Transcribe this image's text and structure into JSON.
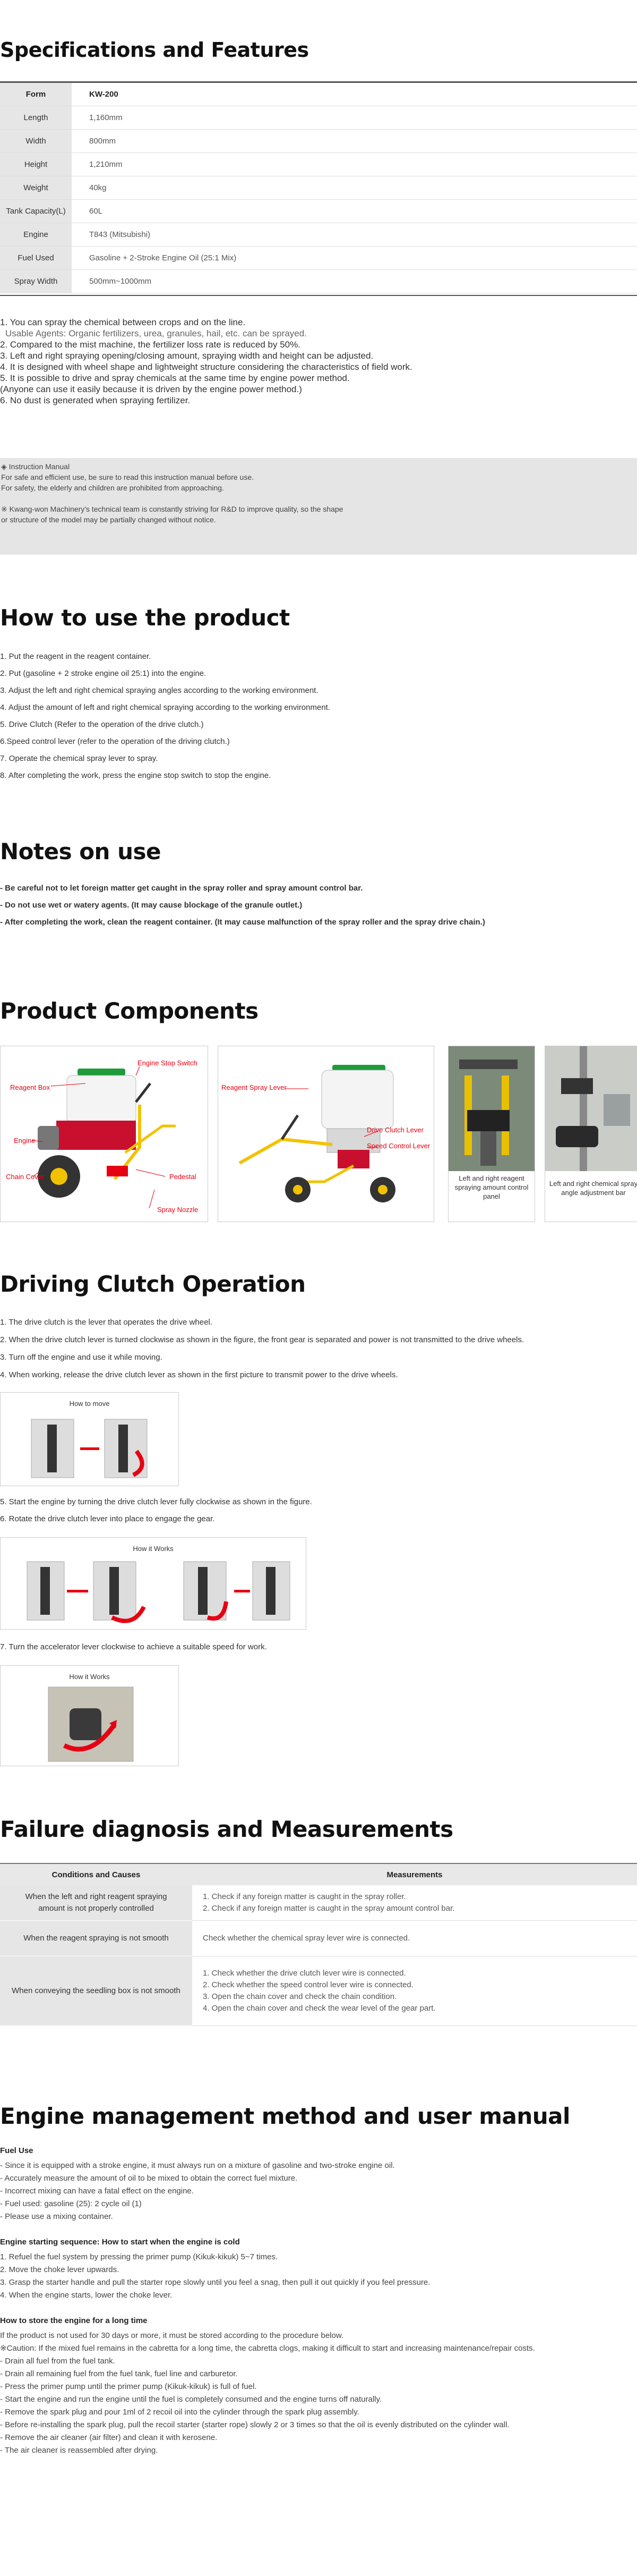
{
  "specs": {
    "title": "Specifications and Features",
    "rows": [
      {
        "k": "Form",
        "v": "KW-200"
      },
      {
        "k": "Length",
        "v": "1,160mm"
      },
      {
        "k": "Width",
        "v": "800mm"
      },
      {
        "k": "Height",
        "v": "1,210mm"
      },
      {
        "k": "Weight",
        "v": "40kg"
      },
      {
        "k": "Tank Capacity(L)",
        "v": "60L"
      },
      {
        "k": "Engine",
        "v": "T843 (Mitsubishi)"
      },
      {
        "k": "Fuel Used",
        "v": "Gasoline + 2-Stroke Engine Oil (25:1 Mix)"
      },
      {
        "k": "Spray Width",
        "v": "500mm~1000mm"
      }
    ],
    "features": [
      "1. You can spray the chemical between crops and on the line.",
      "   Usable Agents: Organic fertilizers, urea, granules, hail, etc. can be sprayed.",
      "2. Compared to the mist machine, the fertilizer loss rate is reduced by 50%.",
      "3. Left and right spraying opening/closing amount, spraying width and height can be adjusted.",
      "4. It is designed with wheel shape and lightweight structure considering the characteristics of field work.",
      "5. It is possible to drive and spray chemicals at the same time by engine power method.",
      "(Anyone can use it easily because it is driven by the engine power method.)",
      "6. No dust is generated when spraying fertilizer."
    ],
    "notice": [
      "◈ Instruction Manual",
      "For safe and efficient use, be sure to read this instruction manual before use.",
      "For safety, the elderly and children are prohibited from approaching.",
      "",
      "※ Kwang-won Machinery's technical team is constantly striving for R&D to improve quality, so the shape",
      "or structure of the model may be partially changed without notice."
    ]
  },
  "howto": {
    "title": "How to use the product",
    "steps": [
      "1. Put the reagent in the reagent container.",
      "2. Put (gasoline + 2 stroke engine oil 25:1) into the engine.",
      "3. Adjust the left and right chemical spraying angles according to the working environment.",
      "4. Adjust the amount of left and right chemical spraying according to the working environment.",
      "5. Drive Clutch (Refer to the operation of the drive clutch.)",
      "6.Speed control lever (refer to the operation of the driving clutch.)",
      "7. Operate the chemical spray lever to spray.",
      "8. After completing the work, press the engine stop switch to stop the engine."
    ]
  },
  "notes": {
    "title": "Notes on use",
    "items": [
      "- Be careful not to let foreign matter get caught in the spray roller and spray amount control bar.",
      "- Do not use wet or watery agents. (It may cause blockage of the granule outlet.)",
      "- After completing the work, clean the reagent container. (It may cause malfunction of the spray roller and the spray drive chain.)"
    ]
  },
  "components": {
    "title": "Product Components",
    "labels1": [
      "Engine Stop Switch",
      "Reagent Box",
      "Engine",
      "Chain Cover",
      "Pedestal",
      "Spray Nozzle"
    ],
    "labels2": [
      "Reagent Spray Lever",
      "Drive Clutch Lever",
      "Speed Control Lever"
    ],
    "caption3": "Left and right reagent spraying amount control panel",
    "caption4": "Left and right chemical spray angle adjustment bar",
    "colors": {
      "label": "#e60012",
      "frame": "#f2c200",
      "tank": "#f4f4f4",
      "lid": "#1e9b3a"
    }
  },
  "clutch": {
    "title": "Driving Clutch Operation",
    "steps1": [
      "1. The drive clutch is the lever that operates the drive wheel.",
      "2. When the drive clutch lever is turned clockwise as shown in the figure, the front gear is separated and power is not transmitted to the drive wheels.",
      "3. Turn off the engine and use it while moving.",
      "4. When working, release the drive clutch lever as shown in the first picture to transmit power to the drive wheels."
    ],
    "fig1": "How to move",
    "steps2": [
      "5. Start the engine by turning the drive clutch lever fully clockwise as shown in the figure.",
      "6. Rotate the drive clutch lever into place to engage the gear."
    ],
    "fig2": "How it Works",
    "steps3": [
      "7. Turn the accelerator lever clockwise to achieve a suitable speed for work."
    ],
    "fig3": "How it Works"
  },
  "failure": {
    "title": "Failure diagnosis and Measurements",
    "head": [
      "Conditions and Causes",
      "Measurements"
    ],
    "rows": [
      {
        "c": [
          "When the left and right reagent spraying",
          "amount is not properly controlled"
        ],
        "m": [
          "1. Check if any foreign matter is caught in the spray roller.",
          "2. Check if any foreign matter is caught in the spray amount control bar."
        ]
      },
      {
        "c": [
          "When the reagent spraying is not smooth"
        ],
        "m": [
          "Check whether the chemical spray lever wire is connected."
        ]
      },
      {
        "c": [
          "When conveying the seedling box is not smooth"
        ],
        "m": [
          "1. Check whether the drive clutch lever wire is connected.",
          "2. Check whether the speed control lever wire is connected.",
          "3. Open the chain cover and check the chain condition.",
          "4. Open the chain cover and check the wear level of the gear part."
        ]
      }
    ]
  },
  "engine": {
    "title": "Engine management method and user manual",
    "fuel_h": "Fuel Use",
    "fuel": [
      "- Since it is equipped with a stroke engine, it must always run on a mixture of gasoline and two-stroke engine oil.",
      "- Accurately measure the amount of oil to be mixed to obtain the correct fuel mixture.",
      "- Incorrect mixing can have a fatal effect on the engine.",
      "- Fuel used: gasoline (25): 2 cycle oil (1)",
      "- Please use a mixing container."
    ],
    "start_h": "Engine starting sequence: How to start when the engine is cold",
    "start": [
      "1. Refuel the fuel system by pressing the primer pump (Kikuk-kikuk) 5~7 times.",
      "2. Move the choke lever upwards.",
      "3. Grasp the starter handle and pull the starter rope slowly until you feel a snag, then pull it out quickly if you feel pressure.",
      "4. When the engine starts, lower the choke lever."
    ],
    "store_h": "How to store the engine for a long time",
    "store": [
      "If the product is not used for 30 days or more, it must be stored according to the procedure below.",
      "※Caution: If the mixed fuel remains in the cabretta for a long time, the cabretta clogs, making it difficult to start and increasing maintenance/repair costs.",
      "- Drain all fuel from the fuel tank.",
      "- Drain all remaining fuel from the fuel tank, fuel line and carburetor.",
      "- Press the primer pump until the primer pump (Kikuk-kikuk) is full of fuel.",
      "- Start the engine and run the engine until the fuel is completely consumed and the engine turns off naturally.",
      "- Remove the spark plug and pour 1ml of 2 recoil oil into the cylinder through the spark plug assembly.",
      "- Before re-installing the spark plug, pull the recoil starter (starter rope) slowly 2 or 3 times so that the oil is evenly distributed on the cylinder wall.",
      "- Remove the air cleaner (air filter) and clean it with kerosene.",
      "- The air cleaner is reassembled after drying."
    ]
  }
}
